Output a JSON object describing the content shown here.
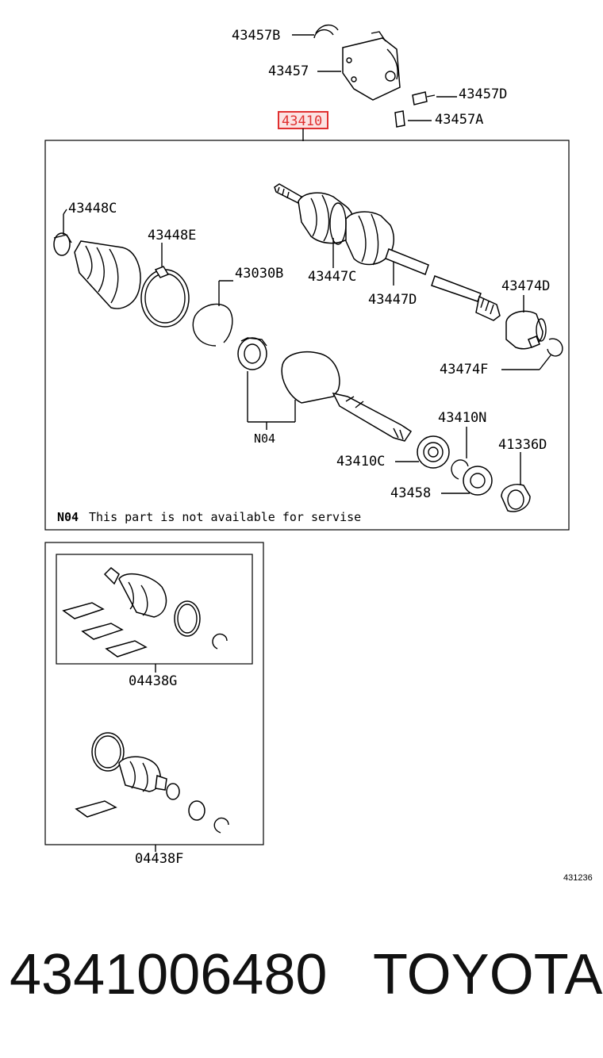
{
  "callouts": {
    "c43457B": "43457B",
    "c43457": "43457",
    "c43457D": "43457D",
    "c43410_hl": "43410",
    "c43457A": "43457A",
    "c43448C": "43448C",
    "c43448E": "43448E",
    "c43030B": "43030B",
    "c43447C": "43447C",
    "c43447D": "43447D",
    "c43474D": "43474D",
    "c43474F": "43474F",
    "cN04": "N04",
    "c43410N": "43410N",
    "c41336D": "41336D",
    "c43410C": "43410C",
    "c43458": "43458",
    "c04438G": "04438G",
    "c04438F": "04438F"
  },
  "note": {
    "code": "N04",
    "text": "This part is not available for servise"
  },
  "diagram_ref": "431236",
  "footer": {
    "part_number": "4341006480",
    "brand": "TOYOTA"
  },
  "highlight_color": "#e03030"
}
